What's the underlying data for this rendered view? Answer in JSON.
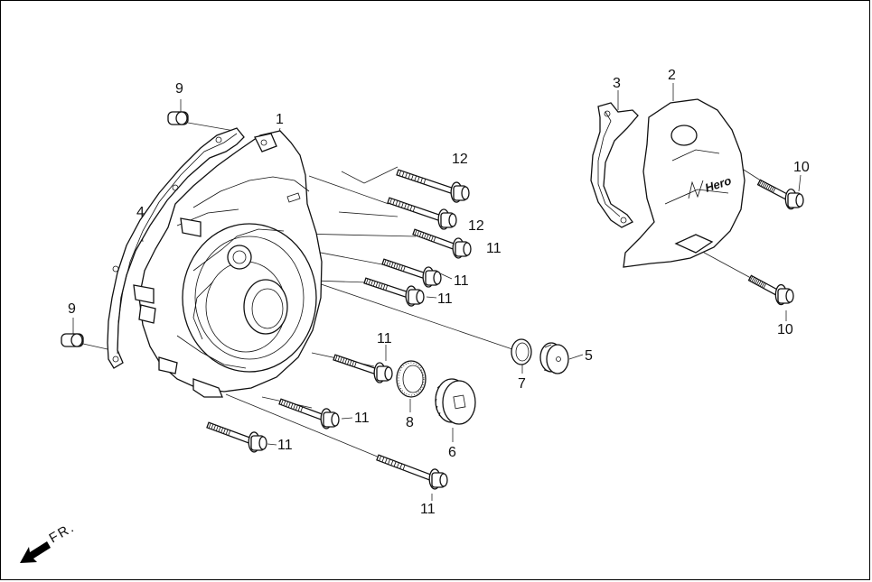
{
  "diagram": {
    "callouts": {
      "p1": "1",
      "p2": "2",
      "p3": "3",
      "p4": "4",
      "p5": "5",
      "p6": "6",
      "p7": "7",
      "p8": "8",
      "p9a": "9",
      "p9b": "9",
      "p10a": "10",
      "p10b": "10",
      "p11a": "11",
      "p11b": "11",
      "p11c": "11",
      "p11d": "11",
      "p11e": "11",
      "p11f": "11",
      "p11g": "11",
      "p12a": "12",
      "p12b": "12"
    },
    "direction_label": "FR.",
    "cover_brand": "Hero"
  }
}
